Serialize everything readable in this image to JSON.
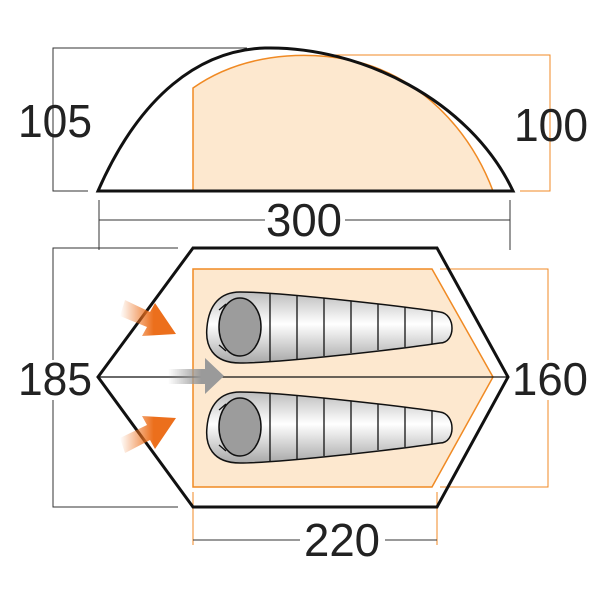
{
  "side_view": {
    "outer_height": "105",
    "inner_height": "100",
    "length": "300"
  },
  "floor_plan": {
    "outer_width": "185",
    "inner_width": "160",
    "inner_length": "220",
    "sleeping_bags": 2,
    "entrance_arrows": 3
  },
  "colors": {
    "outline": "#111111",
    "inner_tent": "#f08a24",
    "inner_fill": "#fde8cf",
    "dimension_line": "#333333",
    "arrow_orange": "#ec6f1c",
    "arrow_gray": "#9a9a9a"
  }
}
